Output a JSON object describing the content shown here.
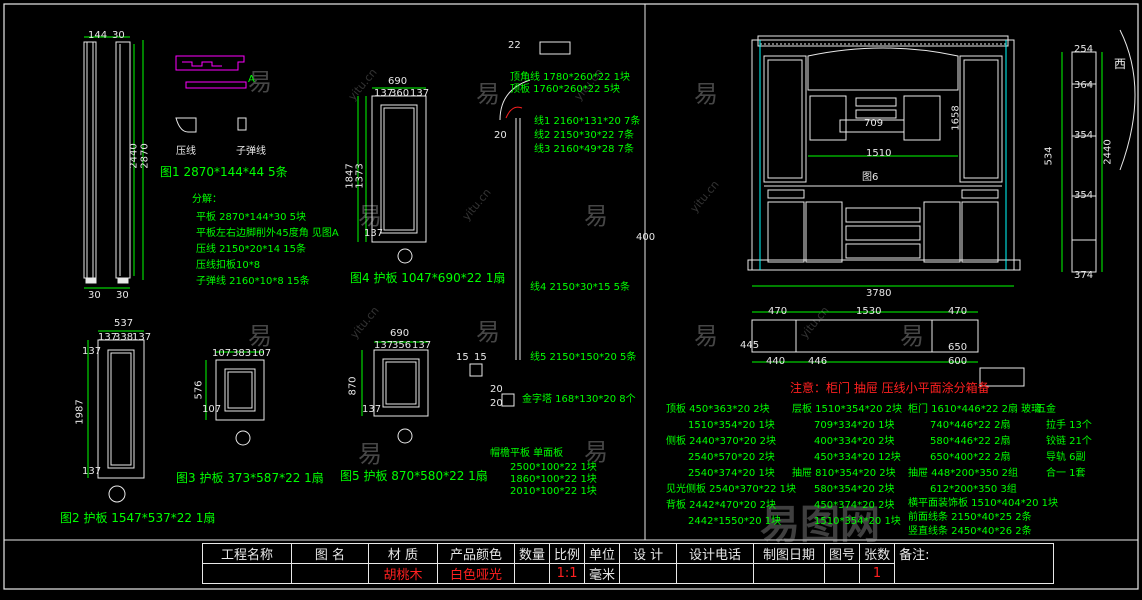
{
  "left_sheet": {
    "fig1_profiles": {
      "yaxian": "压线",
      "zidanxian": "子弹线",
      "label_a": "A"
    },
    "fig1_caption": "图1 2870*144*44 5条",
    "fenban_title": "分解：",
    "fenban_lines": [
      "平板 2870*144*30 5块",
      "平板左右边脚削外45度角 见图A",
      "压线 2150*20*14 15条",
      "压线扣板10*8",
      "子弹线 2160*10*8 15条"
    ],
    "fig1_dims": [
      "144",
      "30",
      "2440",
      "2870",
      "30",
      "30"
    ],
    "fig2_caption": "图2 护板 1547*537*22 1扇",
    "fig2_dims": [
      "537",
      "137",
      "338",
      "137",
      "1987",
      "137",
      "137"
    ],
    "fig3_caption": "图3 护板 373*587*22 1扇",
    "fig3_dims": [
      "107",
      "383",
      "107",
      "576",
      "107"
    ],
    "fig4_caption": "图4 护板 1047*690*22 1扇",
    "fig4_dims": [
      "690",
      "137",
      "360",
      "137",
      "1847",
      "1373",
      "137"
    ],
    "fig5_caption": "图5 护板 870*580*22 1扇",
    "fig5_dims": [
      "690",
      "137",
      "356",
      "137",
      "870",
      "137"
    ],
    "crown_lines": [
      "顶角线 1780*260*22 1块",
      "顶板 1760*260*22 5块"
    ],
    "line_items": [
      "线1 2160*131*20 7条",
      "线2 2150*30*22 7条",
      "线3 2160*49*28 7条"
    ],
    "line4": "线4 2150*30*15 5条",
    "line5": "线5 2150*150*20 5条",
    "jinzi": "金字塔 168*130*20 8个",
    "mao_title": "帽檐平板 单面板",
    "mao_lines": [
      "2500*100*22 1块",
      "1860*100*22 1块",
      "2010*100*22 1块"
    ],
    "small_dims": [
      "15",
      "15",
      "20",
      "20",
      "22",
      "20",
      "400"
    ]
  },
  "right_sheet": {
    "fig6_label": "图6",
    "corner_text": "西",
    "elev_dims": [
      "709",
      "1510",
      "1658",
      "3780"
    ],
    "side_dims": [
      "254",
      "364",
      "354",
      "354",
      "2440",
      "534",
      "374"
    ],
    "plan_dims": [
      "470",
      "1530",
      "470",
      "445",
      "440",
      "446",
      "650",
      "600"
    ],
    "note": "注意：柜门 抽屉 压线小平面涂分箱备",
    "col1": [
      "顶板 450*363*20 2块",
      "1510*354*20 1块",
      "侧板 2440*370*20 2块",
      "2540*570*20 2块",
      "2540*374*20 1块",
      "见光侧板 2540*370*22 1块",
      "背板 2442*470*20 2块",
      "2442*1550*20 1块"
    ],
    "col2": [
      "层板 1510*354*20 2块",
      "709*334*20 1块",
      "400*334*20 2块",
      "450*334*20 12块",
      "抽屉 810*354*20 2块",
      "580*354*20 2块",
      "450*374*20 2块",
      "1510*354*20 1块"
    ],
    "col3": [
      "柜门 1610*446*22 2扇 玻璃",
      "740*446*22 2扇",
      "580*446*22 2扇",
      "650*400*22 2扇",
      "抽屉 448*200*350 2组",
      "612*200*350 3组",
      "横平面装饰板 1510*404*20 1块",
      "前面线条 2150*40*25 2条",
      "竖直线条 2450*40*26 2条"
    ],
    "col4": [
      "五金",
      "拉手 13个",
      "铰链 21个",
      "导轨 6副",
      "合一 1套"
    ]
  },
  "title_block": {
    "headers": [
      "工程名称",
      "图 名",
      "材 质",
      "产品颜色",
      "数量",
      "比例",
      "单位",
      "设 计",
      "设计电话",
      "制图日期",
      "图号",
      "张数",
      "备注:"
    ],
    "values": [
      "",
      "",
      "胡桃木",
      "白色哑光",
      "",
      "1:1",
      "毫米",
      "",
      "",
      "",
      "",
      "1",
      ""
    ]
  },
  "watermark": {
    "logo_text": "易图网",
    "repeat_text": "易",
    "url": "yitu.cn"
  }
}
